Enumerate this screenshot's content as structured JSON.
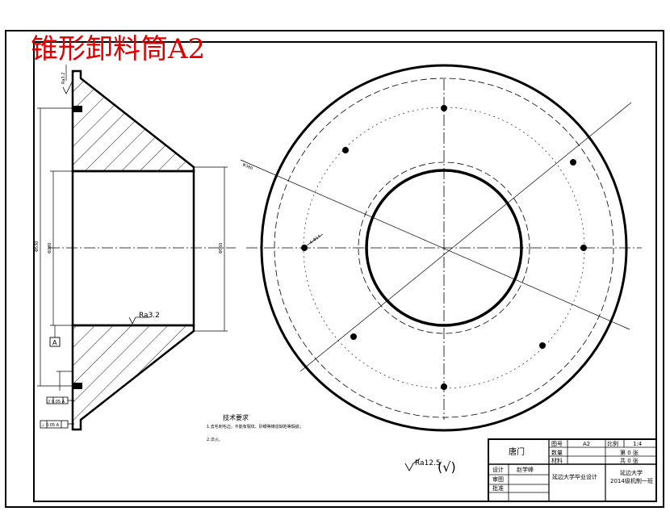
{
  "drawing": {
    "title": "锥形卸料筒A2",
    "roughness_top": "Ra3.2",
    "roughness_bore": "Ra3.2",
    "roughness_general": "Ra12.5",
    "roughness_general_mark": "(√)",
    "datum": "A",
    "tolerance_frame_1": "// 0.05 A",
    "tolerance_frame_2": "⊥ 0.05 A",
    "notes_title": "技术要求",
    "notes_lines": [
      "1.去毛刺毛边，不能有裂纹、砂眼等铸造缺陷等瑕疵；",
      "2.淬火。"
    ],
    "dim_labels": {
      "outer_dia": "Φ530",
      "bore_dia": "Φ280",
      "height": "Φ560",
      "bolt_circle": "Φ380",
      "hole": "6-Φ14"
    }
  },
  "title_block": {
    "part_name": "唐门",
    "label_drawing_no": "图号",
    "drawing_no": "A2",
    "label_scale": "比例",
    "scale": "1:4",
    "label_qty": "数量",
    "label_sheet": "第 0 张",
    "label_material": "材料",
    "label_sheets_total": "共 0 张",
    "label_designer": "设计",
    "designer": "赵学峰",
    "label_check": "审图",
    "label_approve": "批准",
    "project": "延边大学毕业设计",
    "school": "延边大学",
    "class": "2014级机制一班"
  }
}
